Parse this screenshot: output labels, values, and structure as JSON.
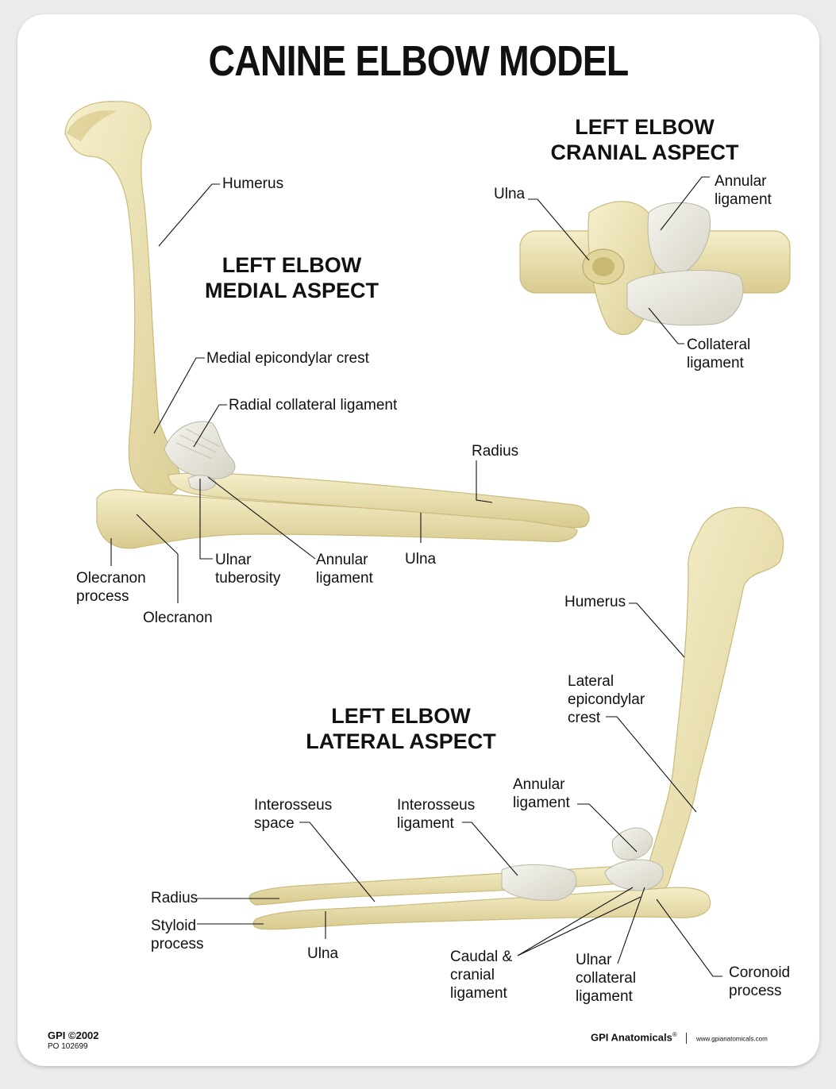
{
  "title": "CANINE ELBOW MODEL",
  "medial": {
    "heading_line1": "LEFT ELBOW",
    "heading_line2": "MEDIAL ASPECT",
    "labels": {
      "humerus": "Humerus",
      "medial_epicondylar_crest": "Medial epicondylar crest",
      "radial_collateral_ligament": "Radial collateral ligament",
      "radius": "Radius",
      "olecranon_process_1": "Olecranon",
      "olecranon_process_2": "process",
      "olecranon": "Olecranon",
      "ulnar_tuberosity_1": "Ulnar",
      "ulnar_tuberosity_2": "tuberosity",
      "annular_ligament_1": "Annular",
      "annular_ligament_2": "ligament",
      "ulna": "Ulna"
    }
  },
  "cranial": {
    "heading_line1": "LEFT ELBOW",
    "heading_line2": "CRANIAL ASPECT",
    "labels": {
      "ulna": "Ulna",
      "annular_ligament_1": "Annular",
      "annular_ligament_2": "ligament",
      "collateral_ligament_1": "Collateral",
      "collateral_ligament_2": "ligament"
    }
  },
  "lateral": {
    "heading_line1": "LEFT ELBOW",
    "heading_line2": "LATERAL ASPECT",
    "labels": {
      "humerus": "Humerus",
      "lateral_epicondylar_crest_1": "Lateral",
      "lateral_epicondylar_crest_2": "epicondylar",
      "lateral_epicondylar_crest_3": "crest",
      "interosseus_space_1": "Interosseus",
      "interosseus_space_2": "space",
      "interosseus_ligament_1": "Interosseus",
      "interosseus_ligament_2": "ligament",
      "annular_ligament_1": "Annular",
      "annular_ligament_2": "ligament",
      "radius": "Radius",
      "styloid_process_1": "Styloid",
      "styloid_process_2": "process",
      "ulna": "Ulna",
      "caudal_cranial_ligament_1": "Caudal &",
      "caudal_cranial_ligament_2": "cranial",
      "caudal_cranial_ligament_3": "ligament",
      "ulnar_collateral_ligament_1": "Ulnar",
      "ulnar_collateral_ligament_2": "collateral",
      "ulnar_collateral_ligament_3": "ligament",
      "coronoid_process_1": "Coronoid",
      "coronoid_process_2": "process"
    }
  },
  "footer": {
    "copyright": "GPI ©2002",
    "po": "PO 102699",
    "brand": "GPI Anatomicals",
    "brand_mark": "®",
    "url": "www.gpianatomicals.com"
  },
  "colors": {
    "bone": "#efe6b8",
    "bone_shadow": "#d9cd93",
    "ligament": "#ecebe2",
    "text": "#111111"
  }
}
